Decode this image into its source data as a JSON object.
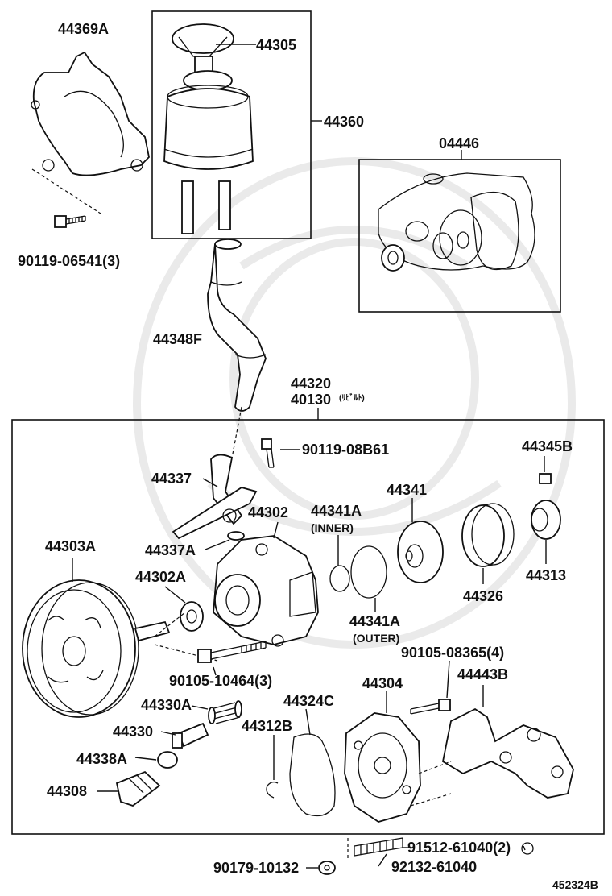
{
  "labels": {
    "p44369A": "44369A",
    "p44305": "44305",
    "p44360": "44360",
    "p04446": "04446",
    "p90119_06541": "90119-06541(3)",
    "p44348F": "44348F",
    "p44320": "44320",
    "p40130": "40130",
    "p40130_note": "(ﾘﾋﾞﾙﾄ)",
    "p90119_08B61": "90119-08B61",
    "p44345B": "44345B",
    "p44337": "44337",
    "p44341": "44341",
    "p44302": "44302",
    "p44341A_inner": "44341A",
    "inner_note": "(INNER)",
    "p44337A": "44337A",
    "p44303A": "44303A",
    "p44313": "44313",
    "p44302A": "44302A",
    "p44326": "44326",
    "p44341A_outer": "44341A",
    "outer_note": "(OUTER)",
    "p90105_08365": "90105-08365(4)",
    "p90105_10464": "90105-10464(3)",
    "p44304": "44304",
    "p44443B": "44443B",
    "p44324C": "44324C",
    "p44330A": "44330A",
    "p44312B": "44312B",
    "p44330": "44330",
    "p44338A": "44338A",
    "p44308": "44308",
    "p91512_61040": "91512-61040(2)",
    "p90179_10132": "90179-10132",
    "p92132_61040": "92132-61040",
    "figure_id": "452324B"
  }
}
